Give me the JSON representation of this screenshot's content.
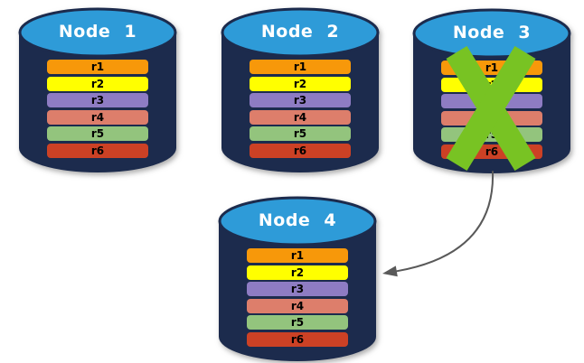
{
  "nodes": [
    {
      "label": "Node 1",
      "failed": false,
      "partitions": [
        "r1",
        "r2",
        "r3",
        "r4",
        "r5",
        "r6"
      ]
    },
    {
      "label": "Node 2",
      "failed": false,
      "partitions": [
        "r1",
        "r2",
        "r3",
        "r4",
        "r5",
        "r6"
      ]
    },
    {
      "label": "Node 3",
      "failed": true,
      "partitions": [
        "r1",
        "r2",
        "r3",
        "r4",
        "r5",
        "r6"
      ]
    },
    {
      "label": "Node 4",
      "failed": false,
      "partitions": [
        "r1",
        "r2",
        "r3",
        "r4",
        "r5",
        "r6"
      ]
    }
  ],
  "partition_colors": {
    "r1": "#F7980A",
    "r2": "#FFFF00",
    "r3": "#8E7CC3",
    "r4": "#DD7E6B",
    "r5": "#93C47D",
    "r6": "#CC4125"
  },
  "arrow": {
    "from": "Node 3",
    "to": "Node 4"
  },
  "colors": {
    "cylinder_body": "#1C2B4D",
    "cylinder_top": "#2E9BD8",
    "failed_x": "#78C323",
    "arrow": "#595959",
    "node_label_text": "#FFFFFF",
    "partition_text": "#000000"
  }
}
